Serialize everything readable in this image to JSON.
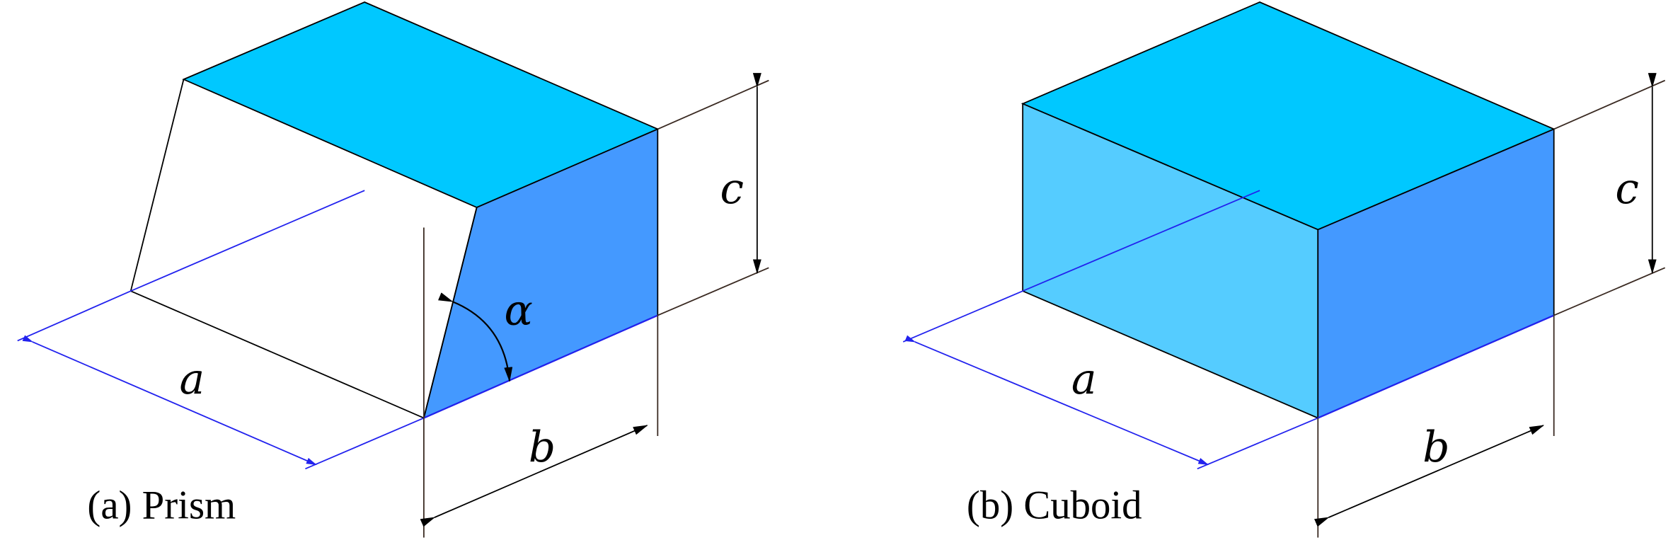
{
  "figure": {
    "panels": [
      {
        "caption": "(a) Prism",
        "labels": {
          "a": "a",
          "b": "b",
          "c": "c",
          "alpha": "α"
        }
      },
      {
        "caption": "(b) Cuboid",
        "labels": {
          "a": "a",
          "b": "b",
          "c": "c"
        }
      }
    ]
  },
  "colors": {
    "top_face": "#00C8FF",
    "side_face": "#4499FF",
    "front_face_translucent": "#55CCFF",
    "edge": "#000000",
    "blue_dimension": "#2222EE",
    "dark_dimension": "#3A2A22"
  }
}
